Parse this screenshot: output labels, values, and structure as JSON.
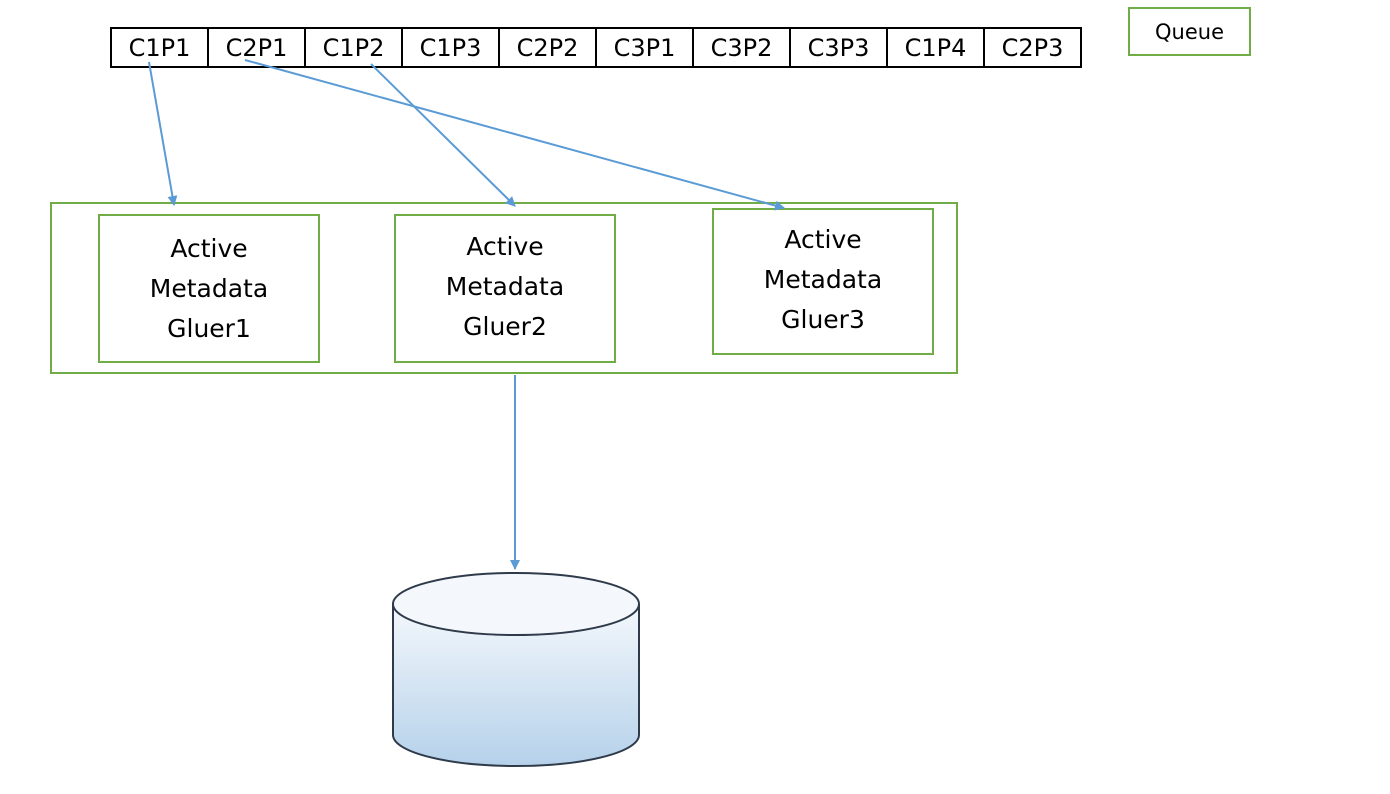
{
  "queue": {
    "items": [
      "C1P1",
      "C2P1",
      "C1P2",
      "C1P3",
      "C2P2",
      "C3P1",
      "C3P2",
      "C3P3",
      "C1P4",
      "C2P3"
    ]
  },
  "legend": {
    "label": "Queue"
  },
  "gluers": [
    {
      "line1": "Active",
      "line2": "Metadata",
      "line3": "Gluer1"
    },
    {
      "line1": "Active",
      "line2": "Metadata",
      "line3": "Gluer2"
    },
    {
      "line1": "Active",
      "line2": "Metadata",
      "line3": "Gluer3"
    }
  ],
  "colors": {
    "box_border": "#70ad47",
    "arrow": "#5b9bd5",
    "database_top": "#f4f8fc",
    "database_bottom": "#b5d1ea",
    "database_outline": "#2f3b4a"
  }
}
